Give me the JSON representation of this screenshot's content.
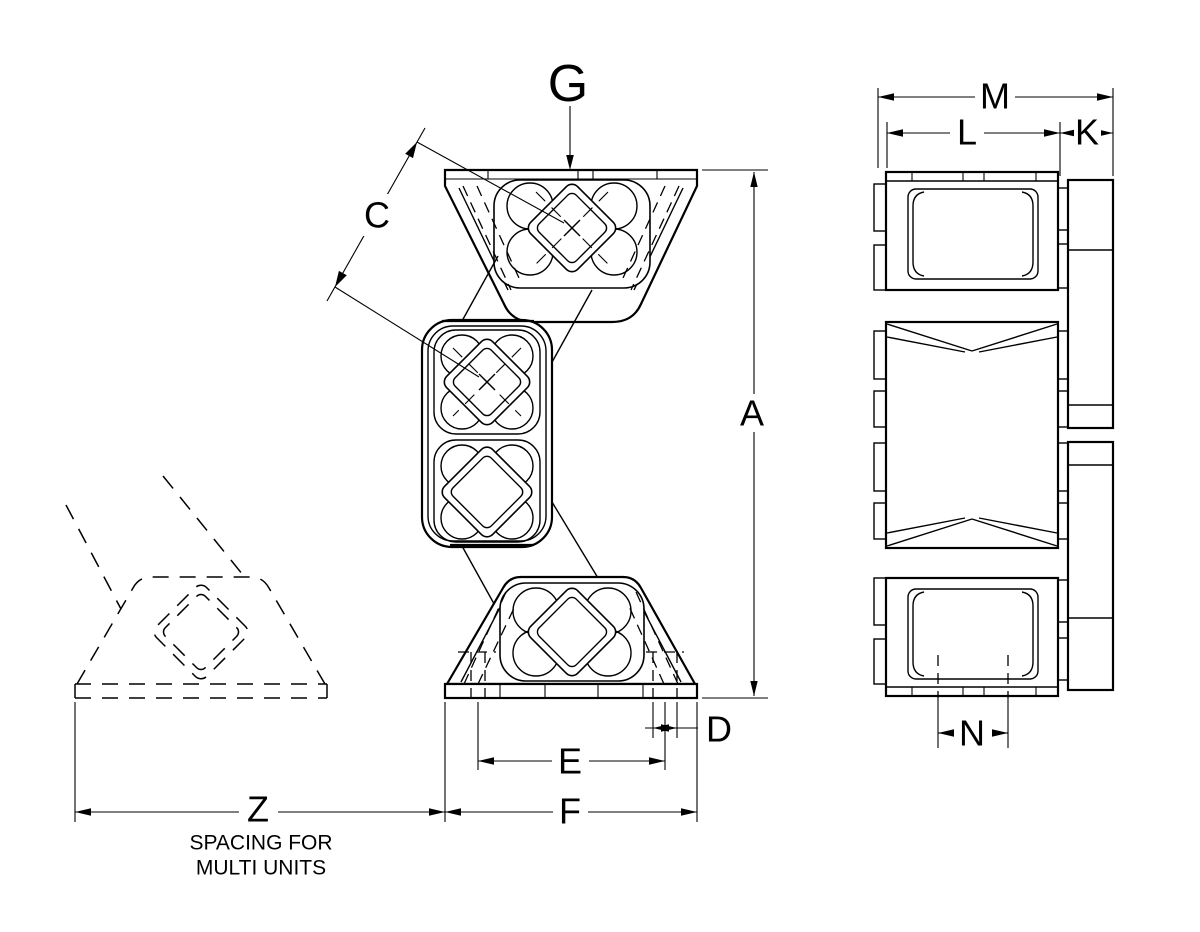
{
  "drawing": {
    "background": "#ffffff",
    "line_color": "#000000",
    "kind": "technical dimensional drawing, two orthographic views plus phantom unit"
  },
  "front_view": {
    "dim_labels": {
      "G": "G",
      "C": "C",
      "A": "A",
      "D": "D",
      "E": "E",
      "F": "F",
      "Z": "Z"
    },
    "spacing_note": {
      "line1": "SPACING FOR",
      "line2": "MULTI UNITS"
    }
  },
  "side_view": {
    "dim_labels": {
      "M": "M",
      "L": "L",
      "K": "K",
      "N": "N"
    }
  }
}
